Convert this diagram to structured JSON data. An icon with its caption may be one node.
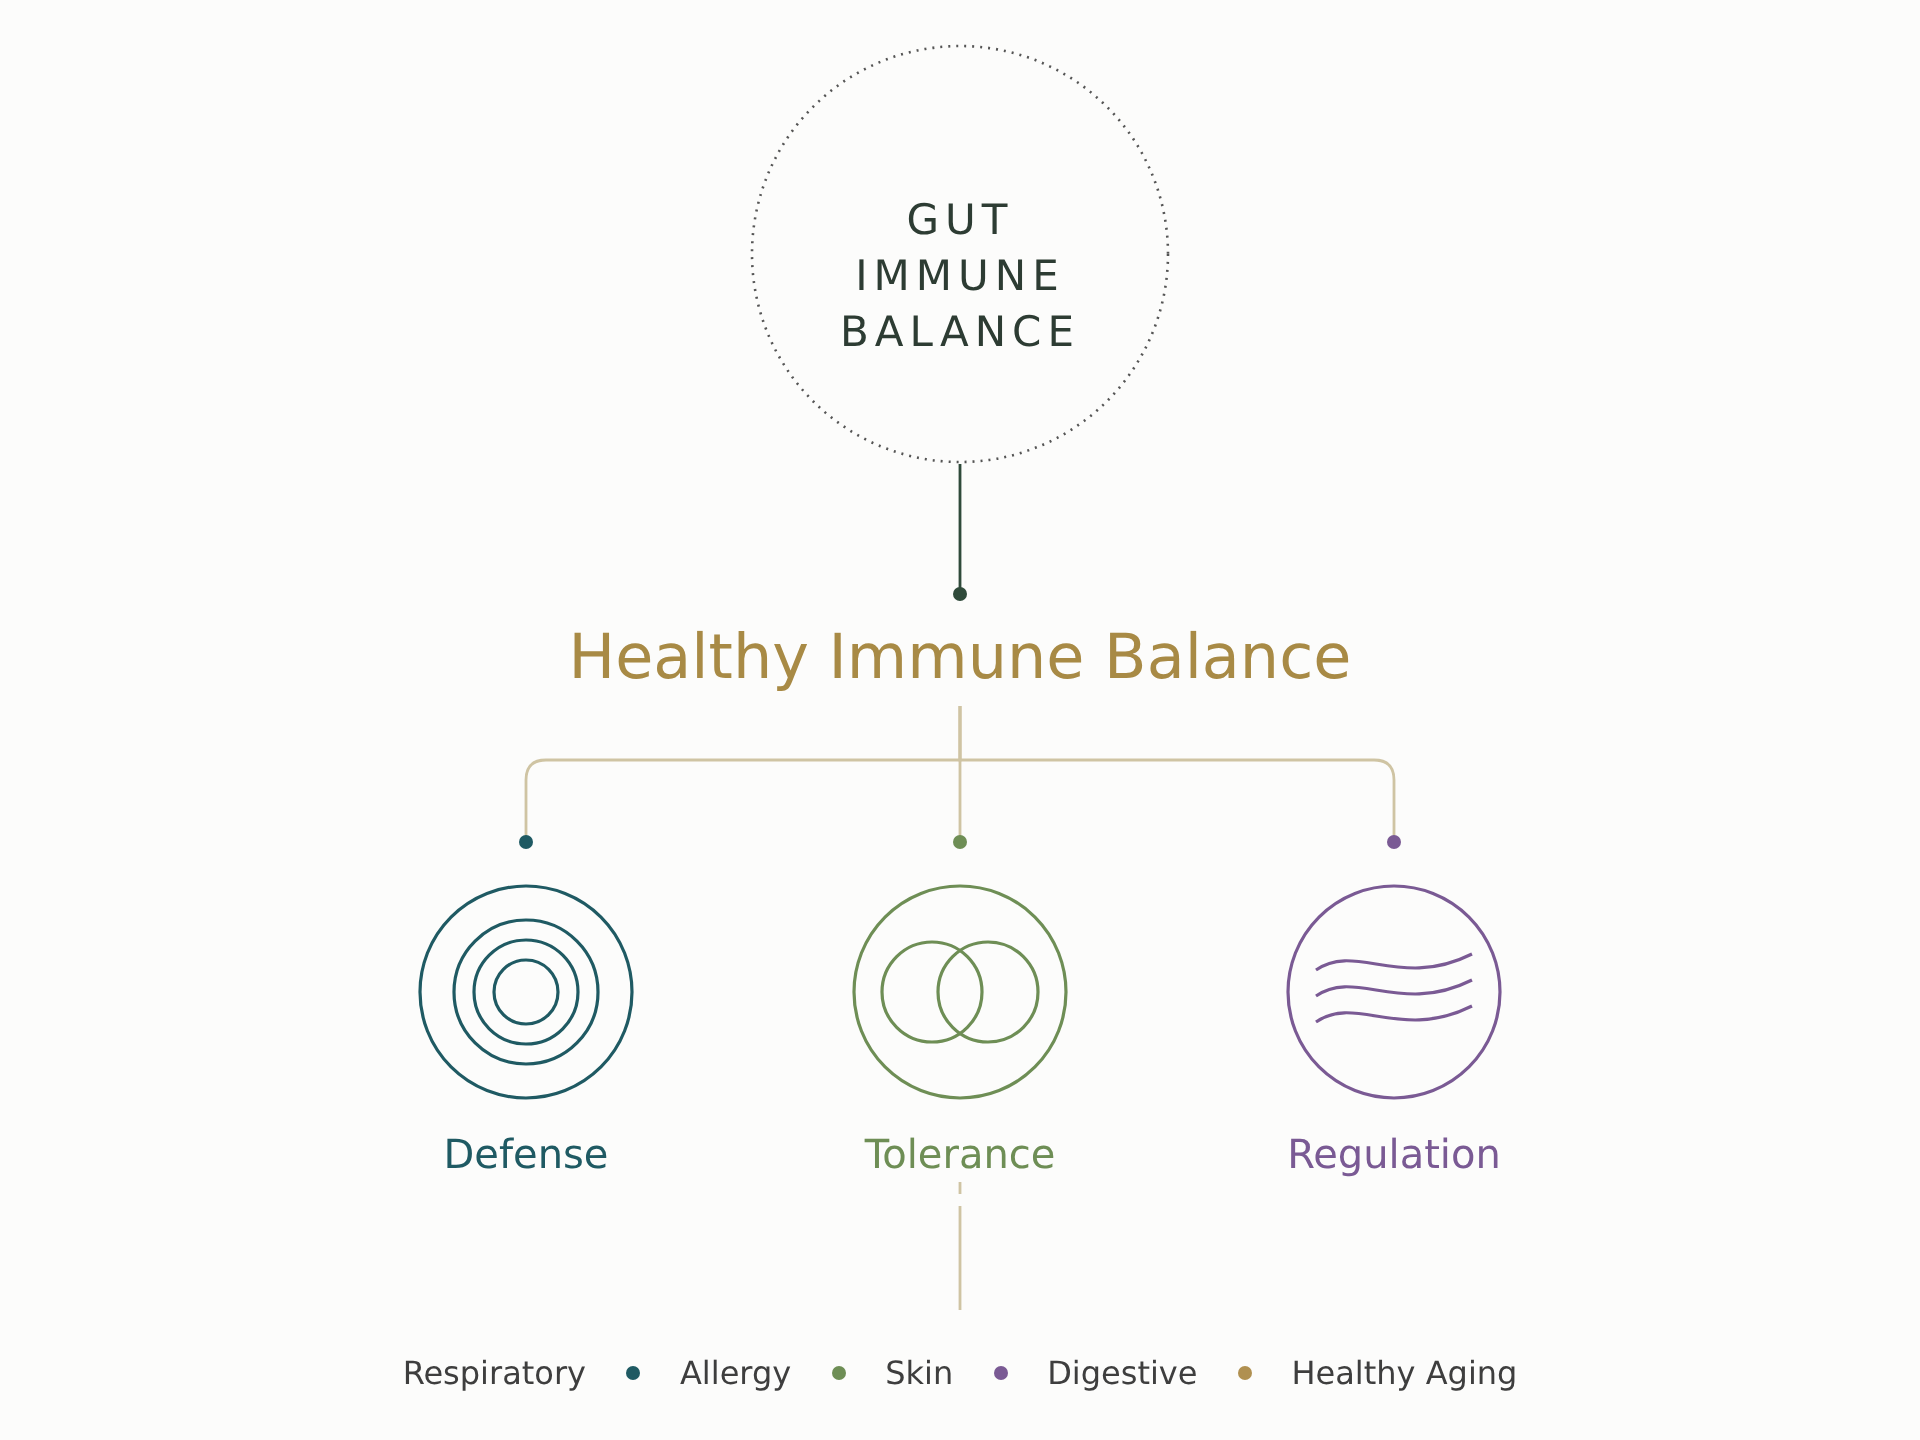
{
  "diagram": {
    "nodes": [
      {
        "text": [
          "GUT IMMUNE BALANCE"
        ]
      },
      {
        "text": [
          "Healthy Immune Balance"
        ]
      },
      {
        "text": [
          "Defense"
        ]
      },
      {
        "text": [
          "Tolerance"
        ]
      },
      {
        "text": [
          "Regulation"
        ]
      }
    ],
    "edges": [
      {
        "from": 0,
        "to": 1,
        "arrow": "other",
        "color": "#2f4a3a"
      },
      {
        "from": 1,
        "to": 2,
        "arrow": "other"
      },
      {
        "from": 1,
        "to": 3,
        "arrow": "other"
      },
      {
        "from": 1,
        "to": 4,
        "arrow": "other"
      },
      {
        "from": 3,
        "to": null,
        "arrow": "none"
      }
    ],
    "labels": [
      "Respiratory",
      "Allergy",
      "Skin",
      "Digestive",
      "Healthy Aging"
    ]
  }
}
